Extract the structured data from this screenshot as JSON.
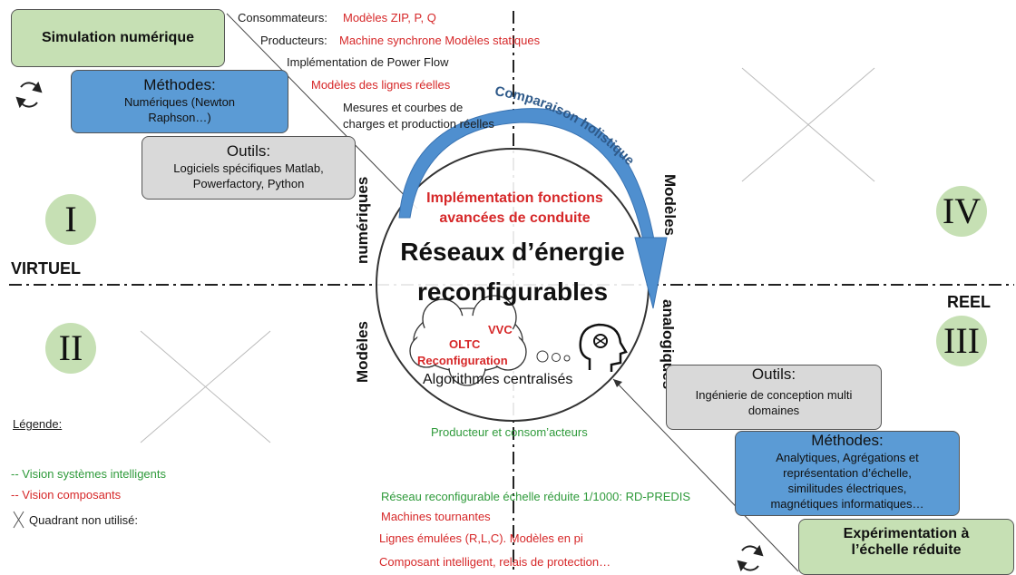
{
  "domain": "Diagram",
  "quadrants": {
    "q1": "I",
    "q2": "II",
    "q3": "III",
    "q4": "IV"
  },
  "axis_labels": {
    "virtual": "VIRTUEL",
    "real": "REEL",
    "num_models_word1": "Modèles",
    "num_models_word2": "numériques",
    "ana_models_word1": "Modèles",
    "ana_models_word2": "analogiques"
  },
  "center": {
    "title_line1": "Réseaux d’énergie",
    "title_line2": "reconfigurables",
    "advanced_line1": "Implémentation fonctions",
    "advanced_line2": "avancées de conduite",
    "cloud_vvc": "VVC",
    "cloud_oltc": "OLTC",
    "cloud_reconf": "Reconfiguration",
    "algo": "Algorithmes centralisés",
    "comparison": "Comparaison holistique"
  },
  "top_left": {
    "simulation_title": "Simulation numérique",
    "methods_title": "Méthodes:",
    "methods_body1": "Numériques (Newton",
    "methods_body2": "Raphson…)",
    "tools_title": "Outils:",
    "tools_body1": "Logiciels spécifiques Matlab,",
    "tools_body2": "Powerfactory, Python"
  },
  "top_texts": {
    "cons_label": "Consommateurs:",
    "cons_value": "Modèles ZIP, P, Q",
    "prod_label": "Producteurs:",
    "prod_value": "Machine synchrone Modèles statiques",
    "powerflow": "Implémentation de Power Flow",
    "lines": "Modèles des lignes réelles",
    "measures1": "Mesures et courbes de",
    "measures2": "charges et production réelles"
  },
  "bottom_right": {
    "tools_title": "Outils:",
    "tools_body1": "Ingénierie de conception multi",
    "tools_body2": "domaines",
    "methods_title": "Méthodes:",
    "methods_body1": "Analytiques, Agrégations et",
    "methods_body2": "représentation d’échelle,",
    "methods_body3": "similitudes électriques,",
    "methods_body4": "magnétiques informatiques…",
    "exp_line1": "Expérimentation à",
    "exp_line2": "l’échelle réduite"
  },
  "bottom_texts": {
    "prosumers": "Producteur et consom’acteurs",
    "rdpredis": "Réseau reconfigurable échelle réduite 1/1000: RD-PREDIS",
    "machines": "Machines tournantes",
    "lines": "Lignes émulées (R,L,C). Modèles en pi",
    "component": "Composant intelligent, relais de protection…"
  },
  "legend": {
    "title": "Légende:",
    "smart": "-- Vision systèmes intelligents",
    "components": "-- Vision composants",
    "unused": "Quadrant non utilisé:"
  },
  "colors": {
    "green_box": "#c6e0b4",
    "blue_box": "#5b9bd5",
    "grey_box": "#d9d9d9",
    "red_text": "#d62728",
    "green_text": "#2e9a3a",
    "arrow": "#4f8fcf"
  }
}
